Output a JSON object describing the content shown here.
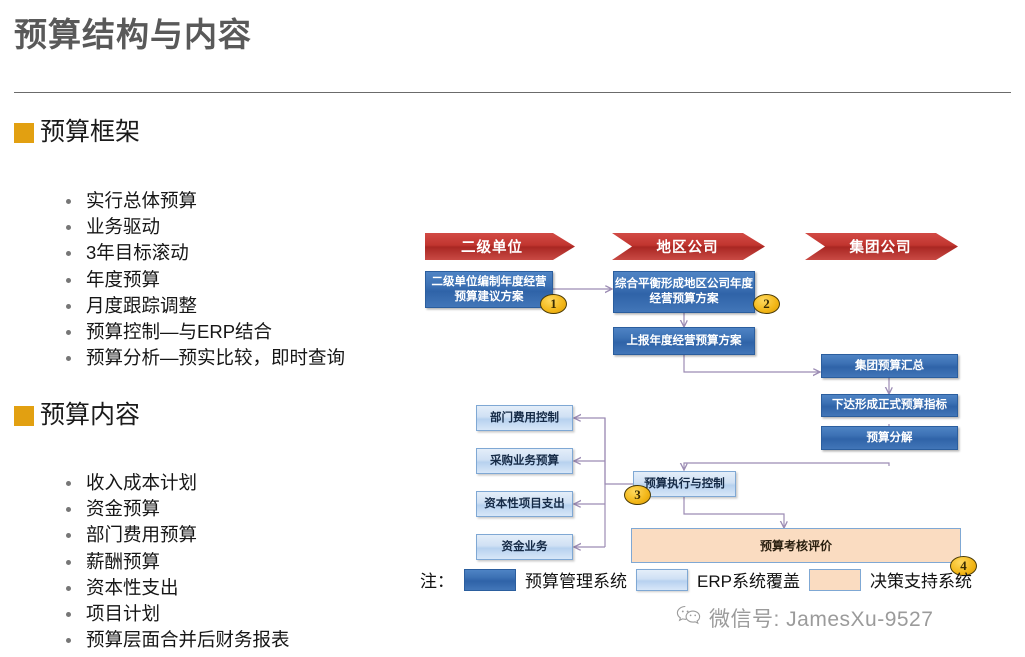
{
  "slide": {
    "title": "预算结构与内容"
  },
  "sections": [
    {
      "id": "framework",
      "heading": "预算框架",
      "bullets": [
        "实行总体预算",
        "业务驱动",
        "3年目标滚动",
        "年度预算",
        "月度跟踪调整",
        "预算控制—与ERP结合",
        "预算分析—预实比较，即时查询"
      ]
    },
    {
      "id": "content",
      "heading": "预算内容",
      "bullets": [
        "收入成本计划",
        "资金预算",
        "部门费用预算",
        "薪酬预算",
        "资本性支出",
        "项目计划",
        "预算层面合并后财务报表"
      ]
    }
  ],
  "diagram": {
    "lanes": [
      {
        "id": "lane-secondary-unit",
        "label": "二级单位"
      },
      {
        "id": "lane-regional-company",
        "label": "地区公司"
      },
      {
        "id": "lane-group-company",
        "label": "集团公司"
      }
    ],
    "nodes": [
      {
        "id": "node-secondary-unit-budget-draft",
        "label": "二级单位编制年度经营预算建议方案",
        "style": "dark"
      },
      {
        "id": "node-regional-balanced-budget",
        "label": "综合平衡形成地区公司年度经营预算方案",
        "style": "dark"
      },
      {
        "id": "node-submit-annual-budget",
        "label": "上报年度经营预算方案",
        "style": "dark"
      },
      {
        "id": "node-group-budget-consolidation",
        "label": "集团预算汇总",
        "style": "dark"
      },
      {
        "id": "node-formal-budget-targets",
        "label": "下达形成正式预算指标",
        "style": "dark"
      },
      {
        "id": "node-budget-breakdown",
        "label": "预算分解",
        "style": "dark"
      },
      {
        "id": "node-department-expense-control",
        "label": "部门费用控制",
        "style": "light"
      },
      {
        "id": "node-procurement-budget",
        "label": "采购业务预算",
        "style": "light"
      },
      {
        "id": "node-capital-project-spend",
        "label": "资本性项目支出",
        "style": "light"
      },
      {
        "id": "node-treasury-business",
        "label": "资金业务",
        "style": "light"
      },
      {
        "id": "node-budget-execution-control",
        "label": "预算执行与控制",
        "style": "light"
      },
      {
        "id": "node-budget-assessment",
        "label": "预算考核评价",
        "style": "peach"
      }
    ],
    "badges": [
      "1",
      "2",
      "3",
      "4"
    ],
    "legend": {
      "note_label": "注：",
      "items": [
        {
          "swatch": "dark",
          "label": "预算管理系统"
        },
        {
          "swatch": "light",
          "label": "ERP系统覆盖"
        },
        {
          "swatch": "peach",
          "label": "决策支持系统"
        }
      ]
    }
  },
  "watermark": {
    "icon": "wechat-icon",
    "text": "微信号: JamesXu-9527"
  },
  "colors": {
    "title": "#595959",
    "marker_amber": "#E2A011",
    "banner_red": "#C1352F",
    "box_dark_blue": "#3C71B4",
    "box_light_blue": "#CFE0F4",
    "box_peach": "#FADCC1",
    "badge_yellow": "#F2B617",
    "connector_purple": "#9C8CB4"
  }
}
